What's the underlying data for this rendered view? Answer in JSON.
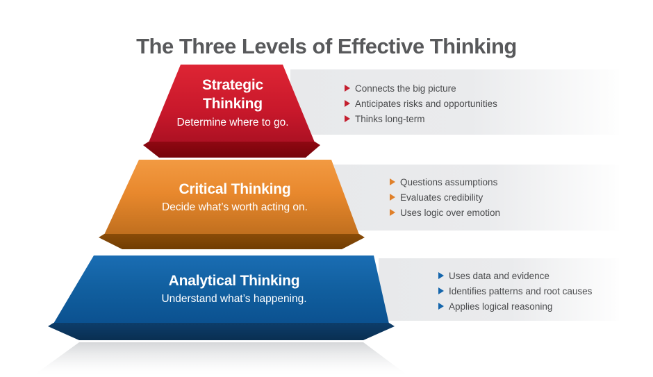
{
  "title": "The Three Levels of Effective Thinking",
  "levels": [
    {
      "name": "Strategic Thinking",
      "subtitle": "Determine where to go.",
      "accent": "#c41f2f",
      "face_color": "#d8212f",
      "bevel_color": "#7e040a",
      "bullets": [
        "Connects the big picture",
        "Anticipates risks and opportunities",
        "Thinks long-term"
      ]
    },
    {
      "name": "Critical Thinking",
      "subtitle": "Decide what’s worth acting on.",
      "accent": "#e0802a",
      "face_color": "#ee8d2e",
      "bevel_color": "#7b4304",
      "bullets": [
        "Questions assumptions",
        "Evaluates credibility",
        "Uses logic over emotion"
      ]
    },
    {
      "name": "Analytical Thinking",
      "subtitle": "Understand what’s happening.",
      "accent": "#1566ac",
      "face_color": "#1467ad",
      "bevel_color": "#0b355c",
      "bullets": [
        "Uses data and evidence",
        "Identifies patterns and root causes",
        "Applies logical reasoning"
      ]
    }
  ],
  "colors": {
    "title_text": "#58595b",
    "bullet_text": "#4a4b4d",
    "band_background": "#e8e9eb",
    "page_background": "#ffffff"
  }
}
